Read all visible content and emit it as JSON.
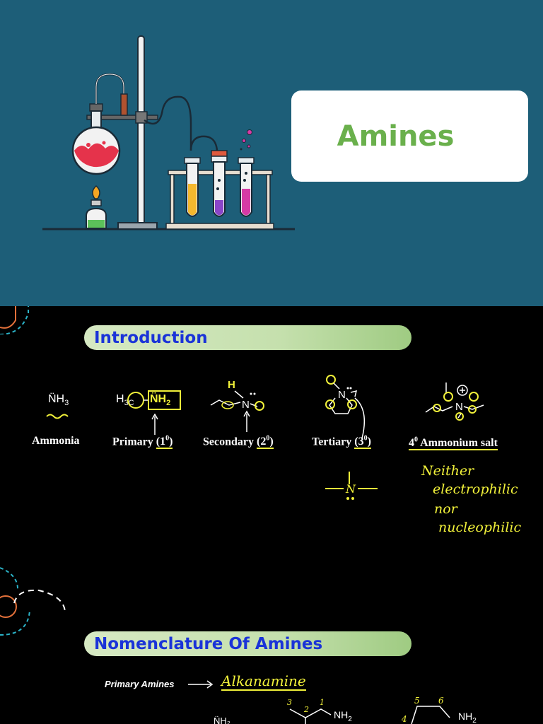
{
  "slide1": {
    "title": "Amines"
  },
  "slide2": {
    "intro_heading": "Introduction",
    "nomenclature_heading": "Nomenclature Of Amines",
    "molecules": {
      "ammonia_formula": "N̈H",
      "ammonia_sub": "3",
      "primary_formula_left": "H",
      "primary_formula_c": "3C",
      "primary_formula_nh": "N̈H",
      "primary_formula_sub": "2"
    },
    "classes": [
      {
        "name": "Ammonia"
      },
      {
        "name": "Primary",
        "degree": "(1",
        "sup": "0",
        "close": ")"
      },
      {
        "name": "Secondary",
        "degree": "(2",
        "sup": "0",
        "close": ")"
      },
      {
        "name": "Tertiary",
        "degree": "(3",
        "sup": "0",
        "close": ")"
      },
      {
        "name_prefix": "4",
        "sup": "0",
        "name": "Ammonium salt"
      }
    ],
    "handwritten_note": [
      "Neither",
      "electrophilic",
      "nor",
      "nucleophilic"
    ],
    "primary_amines_label": "Primary Amines",
    "alkanamine": "Alkanamine",
    "chain_numbers": [
      "3",
      "2",
      "1"
    ],
    "ring_numbers": [
      "5",
      "6",
      "4"
    ],
    "nh2_label": "NH",
    "nh2_sub": "2"
  },
  "colors": {
    "slide1_bg": "#1d5e78",
    "title_green": "#6ab04c",
    "heading_blue": "#1a33d8",
    "annotation_yellow": "#f2f23a",
    "deco_cyan": "#2bb3c8",
    "deco_orange": "#e2703a"
  }
}
